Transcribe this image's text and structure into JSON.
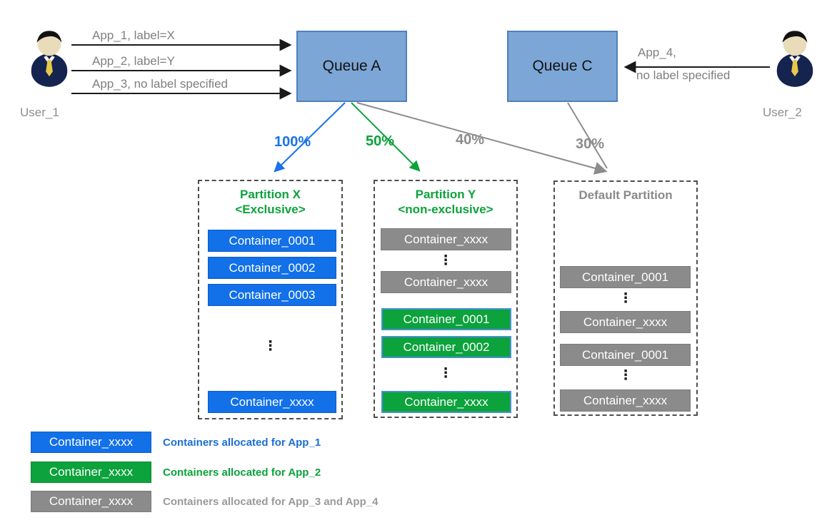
{
  "colors": {
    "accent_blue": "#1a73e8",
    "accent_green": "#0ca23c",
    "accent_gray": "#8c8c8c",
    "queue_fill": "#7ca6d6",
    "queue_border": "#4f81bd",
    "container_blue": "#1270e8",
    "container_green": "#0ca23c",
    "container_green_border": "#4a90d8",
    "container_gray": "#8b8b8b",
    "partition_border": "#4d4d4d"
  },
  "users": {
    "user1": {
      "label": "User_1"
    },
    "user2": {
      "label": "User_2"
    }
  },
  "queues": {
    "a": {
      "label": "Queue A"
    },
    "c": {
      "label": "Queue C"
    }
  },
  "submissions": {
    "app1": "App_1, label=X",
    "app2": "App_2, label=Y",
    "app3": "App_3, no label specified",
    "app4_line1": "App_4,",
    "app4_line2": "no label specified"
  },
  "capacities": {
    "queue_a_to_x": "100%",
    "queue_a_to_y": "50%",
    "queue_a_to_default": "40%",
    "queue_c_to_default": "30%"
  },
  "glyphs": {
    "ellipsis": "⋮"
  },
  "partitions": {
    "x": {
      "title": "Partition X",
      "subtitle": "<Exclusive>",
      "containers": {
        "c1": "Container_0001",
        "c2": "Container_0002",
        "c3": "Container_0003",
        "c4": "Container_xxxx"
      }
    },
    "y": {
      "title": "Partition Y",
      "subtitle": "<non-exclusive>",
      "containers": {
        "g1": "Container_xxxx",
        "g2": "Container_xxxx",
        "a1": "Container_0001",
        "a2": "Container_0002",
        "a3": "Container_xxxx"
      }
    },
    "default": {
      "title": "Default Partition",
      "containers": {
        "g1": "Container_0001",
        "g2": "Container_xxxx",
        "g3": "Container_0001",
        "g4": "Container_xxxx"
      }
    }
  },
  "legend": {
    "rows": [
      {
        "swatch": "Container_xxxx",
        "text": "Containers allocated for App_1"
      },
      {
        "swatch": "Container_xxxx",
        "text": "Containers allocated for App_2"
      },
      {
        "swatch": "Container_xxxx",
        "text": "Containers allocated for App_3 and App_4"
      }
    ]
  }
}
